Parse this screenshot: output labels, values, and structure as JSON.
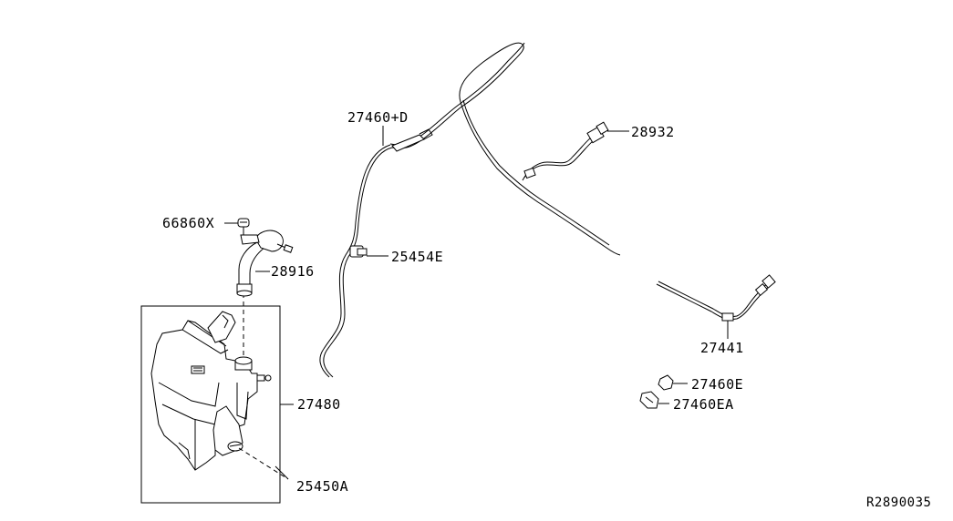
{
  "parts": [
    {
      "key": "hose_main",
      "number": "27460+D"
    },
    {
      "key": "connector_top",
      "number": "28932"
    },
    {
      "key": "cap_fastener",
      "number": "66860X"
    },
    {
      "key": "filler_neck",
      "number": "28916"
    },
    {
      "key": "clip_hose",
      "number": "25454E"
    },
    {
      "key": "tank",
      "number": "27480"
    },
    {
      "key": "pump",
      "number": "25450A"
    },
    {
      "key": "hose_rear",
      "number": "27441"
    },
    {
      "key": "joint",
      "number": "27460E"
    },
    {
      "key": "joint_alt",
      "number": "27460EA"
    }
  ],
  "diagram_ref": "R2890035"
}
